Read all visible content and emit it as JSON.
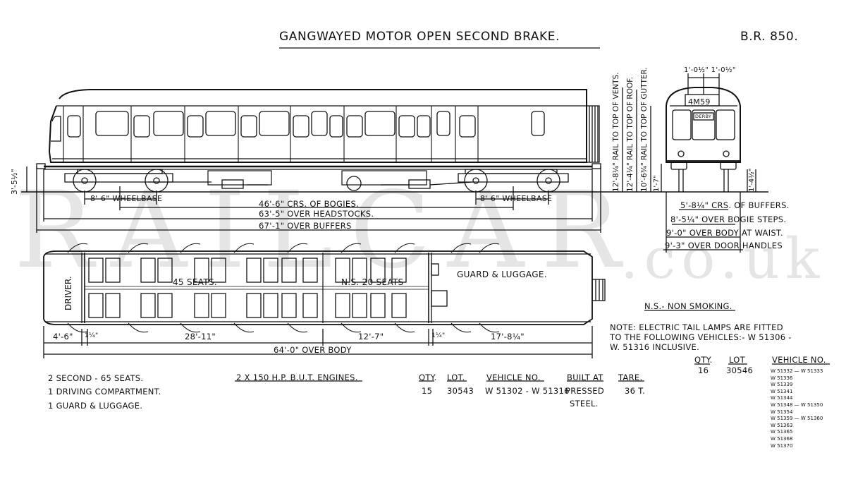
{
  "title": "GANGWAYED MOTOR OPEN SECOND BRAKE.",
  "diagram_no": "B.R. 850.",
  "watermark": "RAILCAR",
  "watermark_suffix": ".co.uk",
  "side_elevation": {
    "height_dim": "3'-5½\"",
    "wheelbase_left": "8'-6\" WHEELBASE",
    "wheelbase_right": "8'-6\" WHEELBASE",
    "bogie_centres": "46'-6\" CRS. OF BOGIES.",
    "over_headstocks": "63'-5\" OVER HEADSTOCKS.",
    "over_buffers": "67'-1\" OVER BUFFERS"
  },
  "plan": {
    "driver": "DRIVER.",
    "seats_45": "45 SEATS.",
    "seats_ns": "N.S. 20 SEATS",
    "guard": "GUARD & LUGGAGE.",
    "dims": {
      "d1": "4'-6\"",
      "d2": "1¼\"",
      "d3": "28'-11\"",
      "d4": "12'-7\"",
      "d5": "1¼\"",
      "d6": "17'-8¼\"",
      "overall": "64'-0\" OVER BODY"
    }
  },
  "end_elevation": {
    "headcode": "4M59",
    "destination": "DERBY",
    "top_dims": "1'-0½\" 1'-0½\"",
    "vertical_dims": [
      "12'-8¼\" RAIL TO TOP OF VENTS.",
      "12'-4¼\" RAIL TO TOP OF ROOF.",
      "10'-6¾\" RAIL TO TOP OF GUTTER."
    ],
    "dim_1_7": "1'-7\"",
    "dim_1_4": "1'-4½\"",
    "buffers": "5'-8¼\" CRS. OF BUFFERS.",
    "bogie_steps": "8'-5¼\" OVER BOGIE STEPS.",
    "body_waist": "9'-0\" OVER BODY AT WAIST.",
    "door_handles": "9'-3\" OVER DOOR HANDLES"
  },
  "ns_note": "N.S.- NON SMOKING.",
  "note": [
    "NOTE: ELECTRIC TAIL LAMPS ARE FITTED",
    "TO THE FOLLOWING VEHICLES:- W 51306 -",
    "W. 51316 INCLUSIVE."
  ],
  "accommodation": [
    "2 SECOND - 65 SEATS.",
    "1 DRIVING COMPARTMENT.",
    "1 GUARD & LUGGAGE."
  ],
  "engines": "2 X 150 H.P. B.U.T. ENGINES.",
  "table1": {
    "headers": [
      "QTY.",
      "LOT.",
      "VEHICLE No.",
      "BUILT AT",
      "TARE."
    ],
    "qty": "15",
    "lot": "30543",
    "vehicle": "W 51302 - W 51316",
    "built_at": "PRESSED",
    "built_at2": "STEEL.",
    "tare": "36 T."
  },
  "table2": {
    "headers": [
      "QTY.",
      "LOT",
      "VEHICLE No."
    ],
    "qty": "16",
    "lot": "30546",
    "vehicles": [
      "W 51332 — W 51333",
      "W 51336",
      "W 51339",
      "W 51341",
      "W 51344",
      "W 51348 — W 51350",
      "W 51354",
      "W 51359 — W 51360",
      "W 51363",
      "W 51365",
      "W 51368",
      "W 51370"
    ]
  }
}
